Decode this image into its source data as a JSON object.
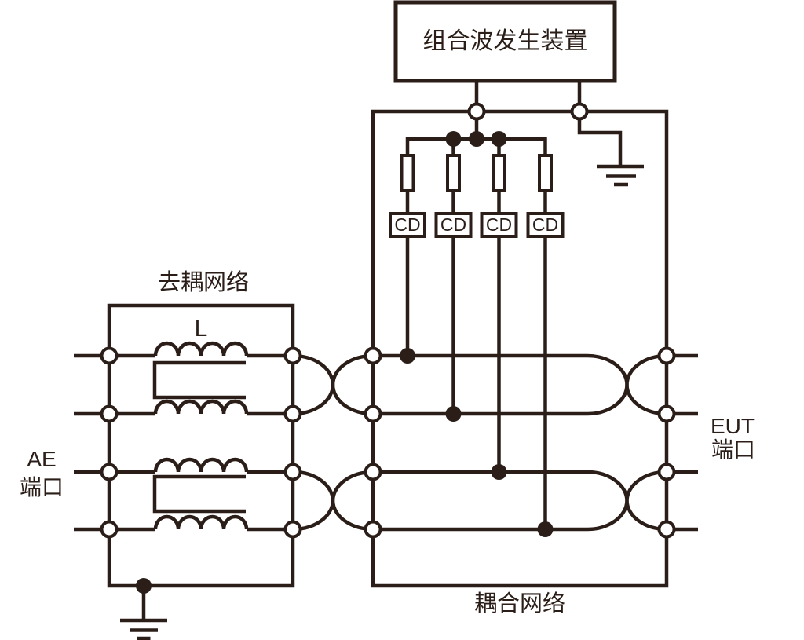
{
  "diagram": {
    "generator": {
      "label": "组合波发生装置"
    },
    "decoupling": {
      "label": "去耦网络",
      "inductor_label": "L"
    },
    "coupling": {
      "label": "耦合网络",
      "cd_units": [
        {
          "label": "CD"
        },
        {
          "label": "CD"
        },
        {
          "label": "CD"
        },
        {
          "label": "CD"
        }
      ]
    },
    "ports": {
      "ae": {
        "line1": "AE",
        "line2": "端口"
      },
      "eut": {
        "line1": "EUT",
        "line2": "端口"
      }
    },
    "colors": {
      "stroke": "#2b1e18",
      "background": "#ffffff"
    }
  }
}
